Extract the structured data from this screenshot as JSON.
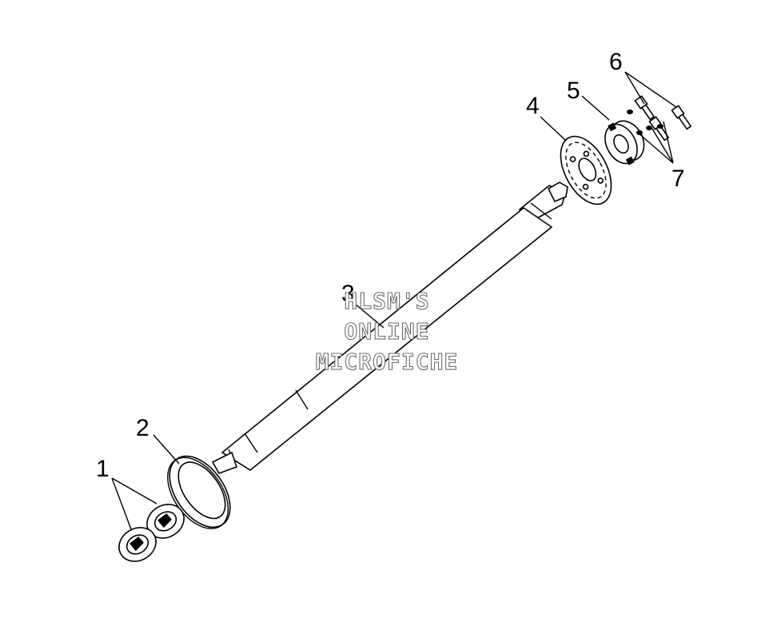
{
  "diagram": {
    "callouts": [
      {
        "id": "1",
        "label": "1"
      },
      {
        "id": "2",
        "label": "2"
      },
      {
        "id": "3",
        "label": "3"
      },
      {
        "id": "4",
        "label": "4"
      },
      {
        "id": "5",
        "label": "5"
      },
      {
        "id": "6",
        "label": "6"
      },
      {
        "id": "7",
        "label": "7"
      }
    ],
    "watermark": {
      "line1": "HLSM'S",
      "line2": "ONLINE",
      "line3": "MICROFICHE"
    }
  }
}
